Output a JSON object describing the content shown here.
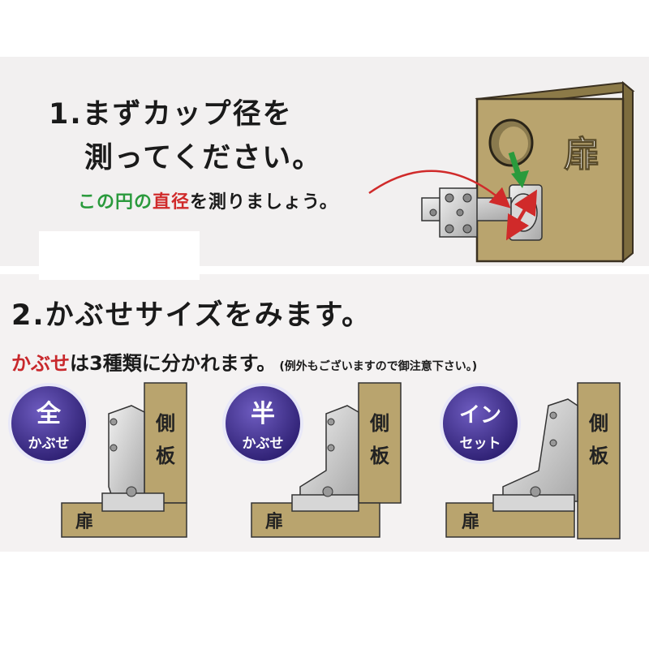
{
  "step1": {
    "line1": "1.まずカップ径を",
    "line2": "測ってください。",
    "measure_green": "この円の",
    "measure_red": "直径",
    "measure_rest": "を測りましょう。"
  },
  "door_label": "扉",
  "step2": {
    "title": "2.かぶせサイズをみます。",
    "types_red": "かぶせ",
    "types_rest": "は3種類に分かれます。",
    "types_note": "(例外もございますので御注意下さい。)"
  },
  "panels": [
    {
      "badge_l1": "全",
      "badge_l2": "かぶせ",
      "side_l1": "側",
      "side_l2": "板",
      "door": "扉"
    },
    {
      "badge_l1": "半",
      "badge_l2": "かぶせ",
      "side_l1": "側",
      "side_l2": "板",
      "door": "扉"
    },
    {
      "badge_l1": "イン",
      "badge_l2": "セット",
      "side_l1": "側",
      "side_l2": "板",
      "door": "扉"
    }
  ],
  "colors": {
    "wood": "#b9a46e",
    "badge": "#3a2a86",
    "green": "#2a9a3c",
    "red": "#d02a2a",
    "metal": "#c8c8c8"
  }
}
